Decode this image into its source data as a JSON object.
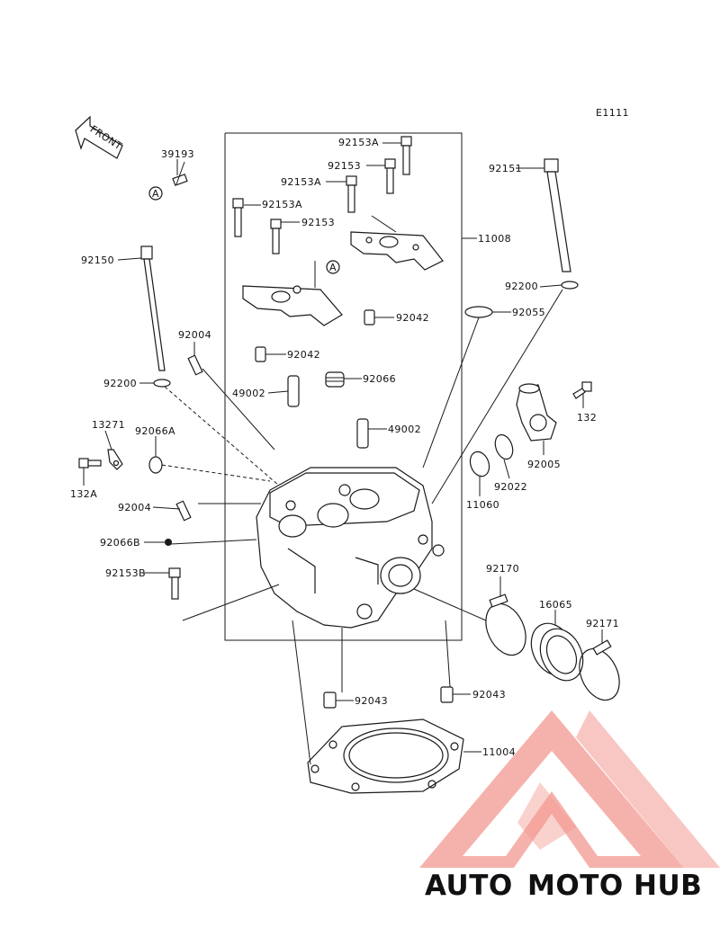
{
  "diagram": {
    "code": "E1111",
    "direction_arrow": "FRONT",
    "ref_marker": "A",
    "labels": {
      "p39193": "39193",
      "p92153A_1": "92153A",
      "p92153_1": "92153",
      "p92153A_2": "92153A",
      "p92153A_3": "92153A",
      "p92153_2": "92153",
      "p92151": "92151",
      "p11008": "11008",
      "p92150": "92150",
      "p92200_r": "92200",
      "p92055": "92055",
      "p92042_r": "92042",
      "p92004_t": "92004",
      "p92042_l": "92042",
      "p92066": "92066",
      "p92200_l": "92200",
      "p49002_l": "49002",
      "p132": "132",
      "p13271": "13271",
      "p92066A": "92066A",
      "p49002_r": "49002",
      "p92005": "92005",
      "p92022": "92022",
      "p132A": "132A",
      "p11060": "11060",
      "p92004_b": "92004",
      "p92066B": "92066B",
      "p92153B": "92153B",
      "p92170": "92170",
      "p16065": "16065",
      "p92171": "92171",
      "p92043_l": "92043",
      "p92043_r": "92043",
      "p11004": "11004"
    }
  },
  "watermark": {
    "text_part1": "AUTO",
    "text_part2": "MOTO",
    "text_part3": "HUB",
    "color1": "#f6c98c",
    "color2": "#f3a8a3",
    "color3": "#9a9a9a",
    "logo_color": "#f0877e"
  }
}
